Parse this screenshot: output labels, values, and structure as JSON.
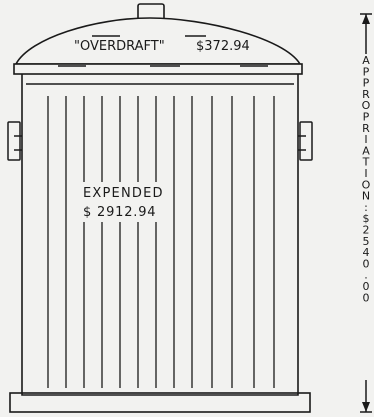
{
  "overdraft": {
    "label": "\"OVERDRAFT\"",
    "amount": "$372.94"
  },
  "expended": {
    "label": "EXPENDED",
    "amount": "$ 2912.94"
  },
  "appropriation": {
    "label": "APPROPRIATION:",
    "amount": "$2540.00"
  },
  "colors": {
    "ink": "#1a1a1a",
    "paper": "#f2f2f0"
  }
}
